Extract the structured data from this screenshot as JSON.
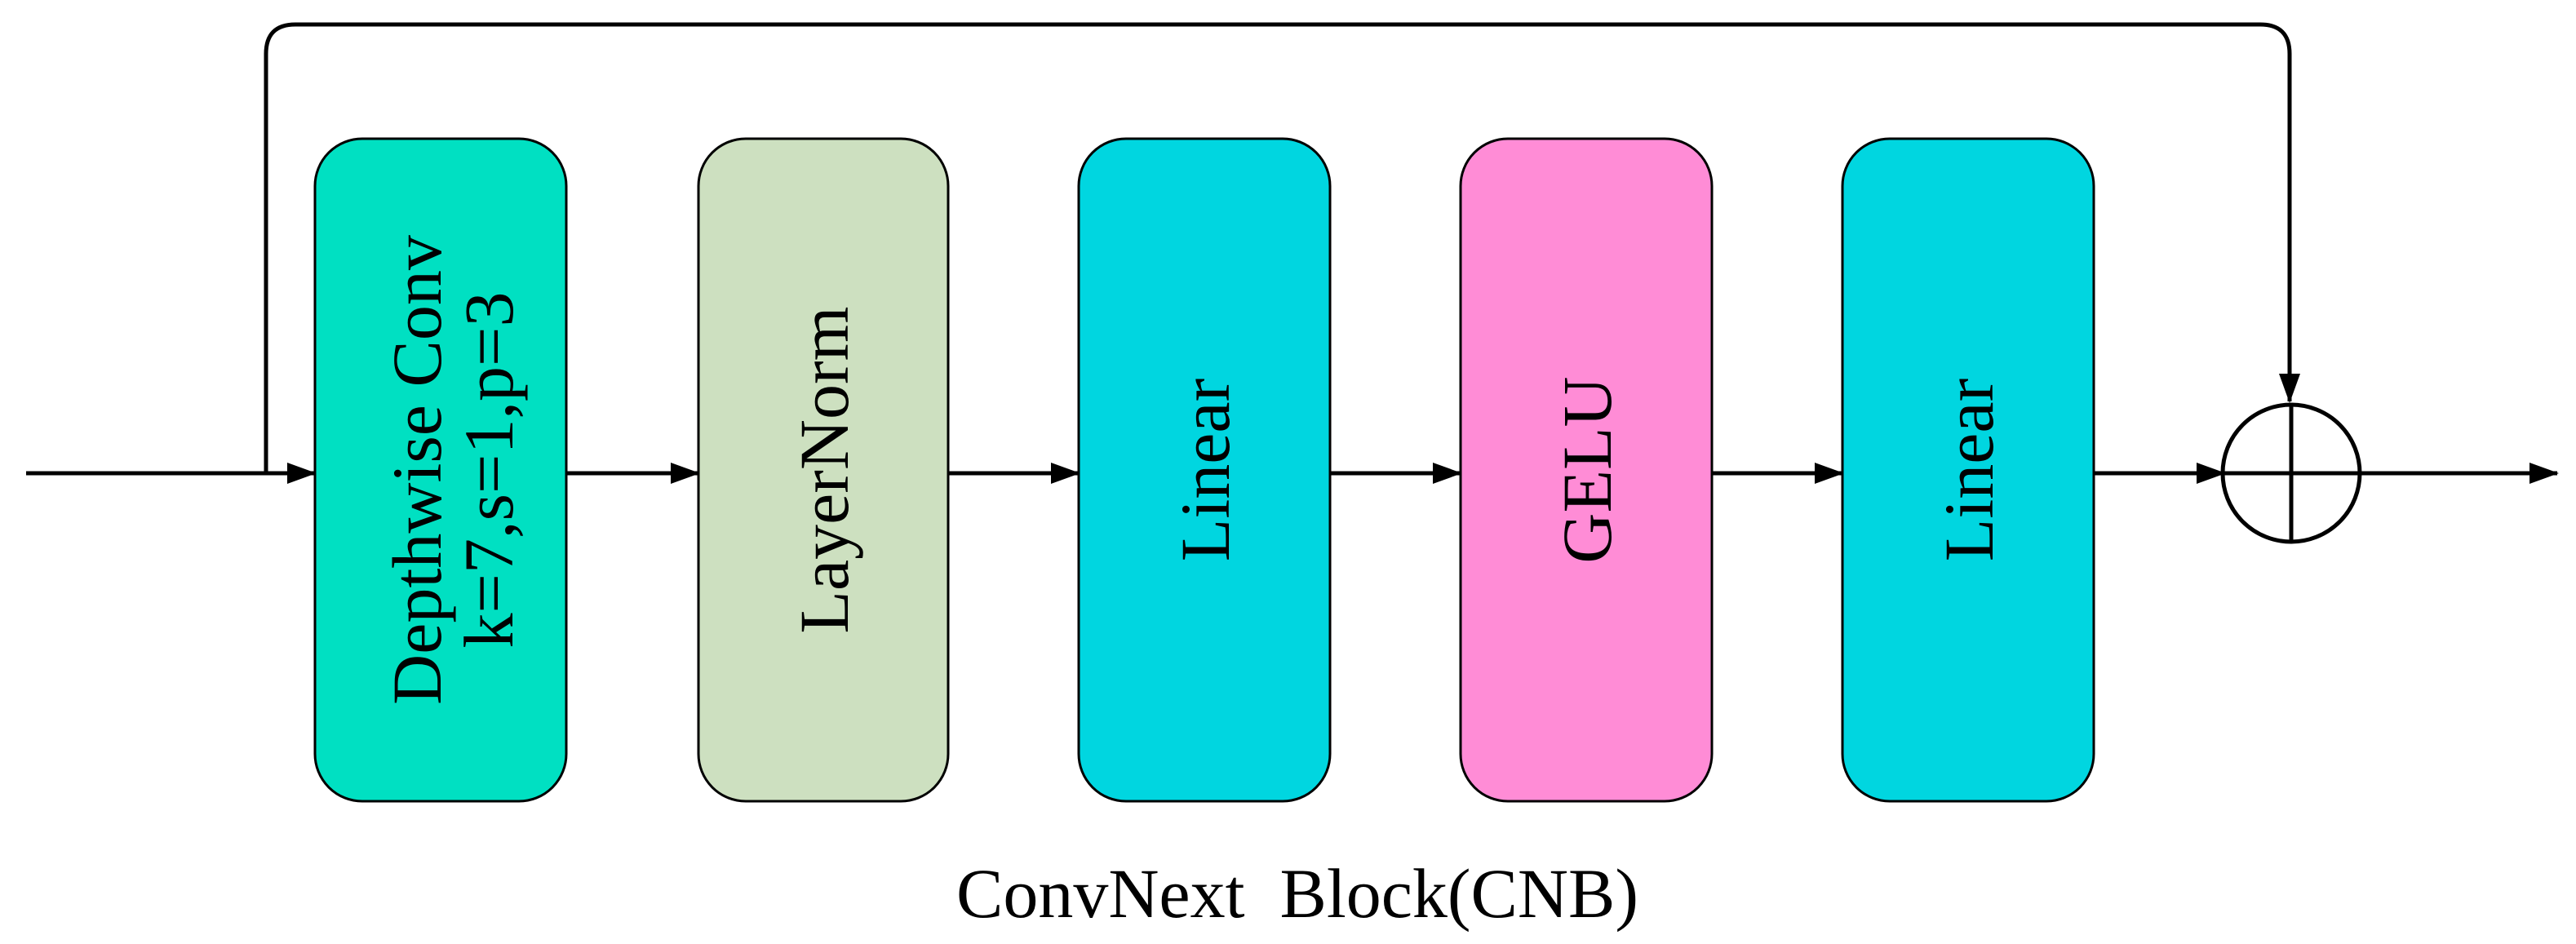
{
  "diagram": {
    "caption": "ConvNext  Block(CNB)",
    "blocks": [
      {
        "id": "depthwise-conv",
        "lines": [
          "Depthwise Conv",
          "k=7,s=1,p=3"
        ],
        "color": "#00E0C2"
      },
      {
        "id": "layernorm",
        "lines": [
          "LayerNorm"
        ],
        "color": "#CDE0C0"
      },
      {
        "id": "linear-1",
        "lines": [
          "Linear"
        ],
        "color": "#00D6E0"
      },
      {
        "id": "gelu",
        "lines": [
          "GELU"
        ],
        "color": "#FF8CD6"
      },
      {
        "id": "linear-2",
        "lines": [
          "Linear"
        ],
        "color": "#00D6E0"
      }
    ],
    "residual_symbol": "circled-plus",
    "connections": [
      {
        "from": "input",
        "to": "depthwise-conv"
      },
      {
        "from": "depthwise-conv",
        "to": "layernorm"
      },
      {
        "from": "layernorm",
        "to": "linear-1"
      },
      {
        "from": "linear-1",
        "to": "gelu"
      },
      {
        "from": "gelu",
        "to": "linear-2"
      },
      {
        "from": "linear-2",
        "to": "add"
      },
      {
        "from": "input",
        "to": "add",
        "kind": "skip"
      },
      {
        "from": "add",
        "to": "output"
      }
    ]
  }
}
